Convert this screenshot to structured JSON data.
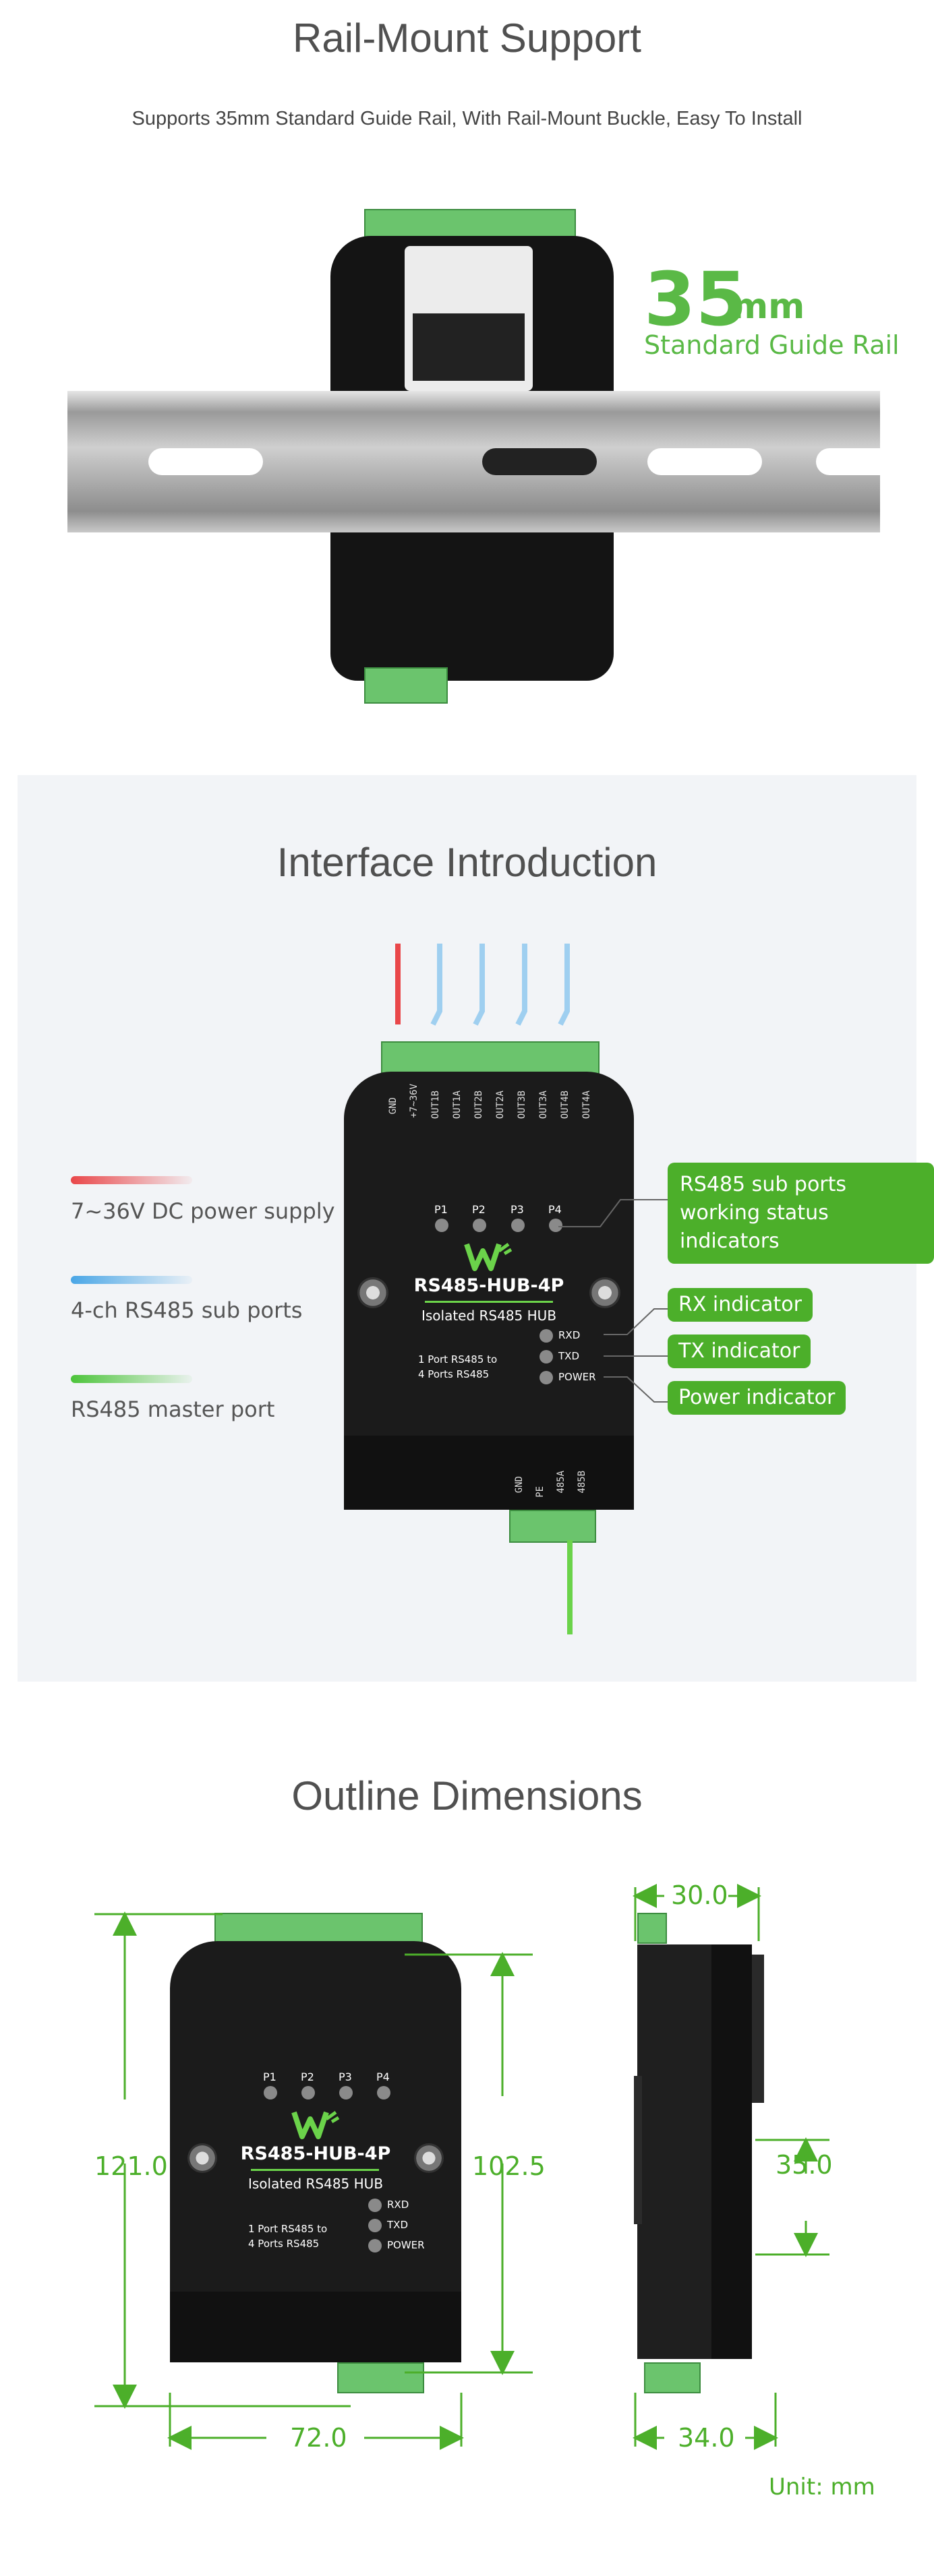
{
  "rail_section": {
    "title": "Rail-Mount Support",
    "subtitle": "Supports 35mm Standard Guide Rail, With Rail-Mount Buckle, Easy To Install",
    "big_number": "35",
    "big_unit": "mm",
    "caption": "Standard Guide Rail"
  },
  "interface_section": {
    "title": "Interface Introduction",
    "legend": [
      {
        "label": "7~36V DC power supply",
        "color": "#e9474a"
      },
      {
        "label": "4-ch RS485 sub ports",
        "color": "#4aa6e6"
      },
      {
        "label": "RS485 master port",
        "color": "#4cc43a"
      }
    ],
    "callouts": {
      "sub_ports": [
        "RS485 sub ports",
        "working status indicators"
      ],
      "rx": "RX indicator",
      "tx": "TX indicator",
      "power": "Power indicator"
    }
  },
  "device": {
    "model": "RS485-HUB-4P",
    "subtitle": "Isolated RS485 HUB",
    "desc_line1": "1 Port RS485 to",
    "desc_line2": "4 Ports RS485",
    "port_leds": [
      "P1",
      "P2",
      "P3",
      "P4"
    ],
    "status_leds": [
      "RXD",
      "TXD",
      "POWER"
    ],
    "top_pins": [
      "GND",
      "+7~36V",
      "OUT1B",
      "OUT1A",
      "OUT2B",
      "OUT2A",
      "OUT3B",
      "OUT3A",
      "OUT4B",
      "OUT4A"
    ],
    "bottom_pins": [
      "GND",
      "PE",
      "485A",
      "485B"
    ]
  },
  "dimension_section": {
    "title": "Outline Dimensions",
    "height_total": "121.0",
    "height_body": "102.5",
    "width": "72.0",
    "depth_top": "30.0",
    "rail": "35.0",
    "depth_bottom": "34.0",
    "unit": "Unit: mm"
  },
  "colors": {
    "accent_green": "#4caf2a",
    "title_gray": "#505050",
    "panel_bg": "#f2f4f7",
    "device_black": "#1b1b1b"
  }
}
